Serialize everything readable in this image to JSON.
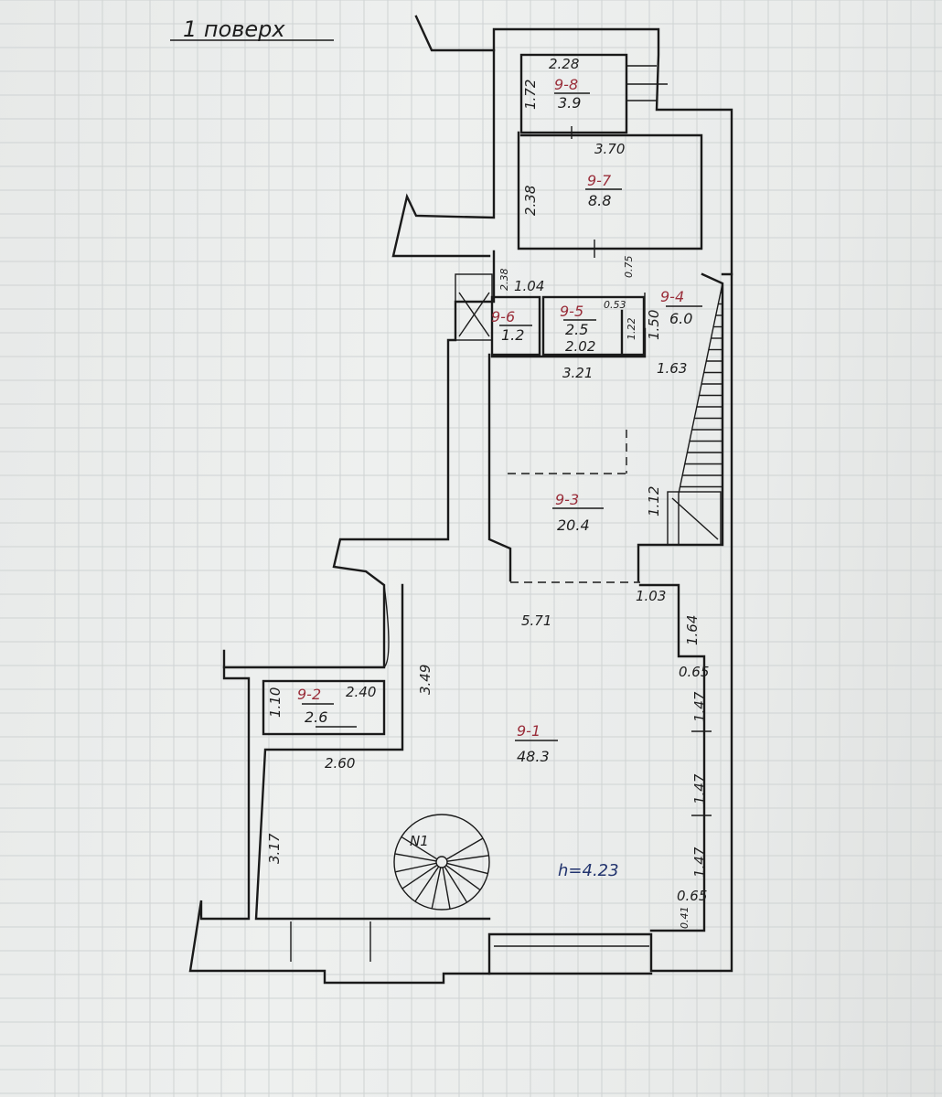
{
  "plan": {
    "title": "1 поверх",
    "ceiling_height": "h=4.23",
    "stair_label": "N1"
  },
  "rooms": [
    {
      "label": "9-1",
      "area": "48.3"
    },
    {
      "label": "9-2",
      "area": "2.6"
    },
    {
      "label": "9-3",
      "area": "20.4"
    },
    {
      "label": "9-4",
      "area": "6.0"
    },
    {
      "label": "9-5",
      "area": "2.5"
    },
    {
      "label": "9-6",
      "area": "1.2"
    },
    {
      "label": "9-7",
      "area": "8.8"
    },
    {
      "label": "9-8",
      "area": "3.9"
    }
  ],
  "dimensions": {
    "r8_w": "2.28",
    "r8_h": "1.72",
    "r7_w": "3.70",
    "r7_h": "2.38",
    "r6_a": "2.38",
    "r6_b": "1.04",
    "r5_a": "0.53",
    "r5_b": "1.22",
    "r5_c": "2.02",
    "r4_a": "0.75",
    "r4_b": "1.50",
    "r3_w": "3.21",
    "r3_a": "1.63",
    "r3_b": "1.12",
    "r3_c": "1.03",
    "r1_w": "5.71",
    "r1_a": "1.64",
    "r1_b": "0.65",
    "r1_c": "1.47",
    "r1_d": "1.47",
    "r1_e": "1.47",
    "r1_f": "0.65",
    "r1_g": "0.41",
    "r1_h": "3.49",
    "r1_i": "3.17",
    "r2_w": "2.40",
    "r2_h": "1.10",
    "r2_c": "2.60"
  }
}
